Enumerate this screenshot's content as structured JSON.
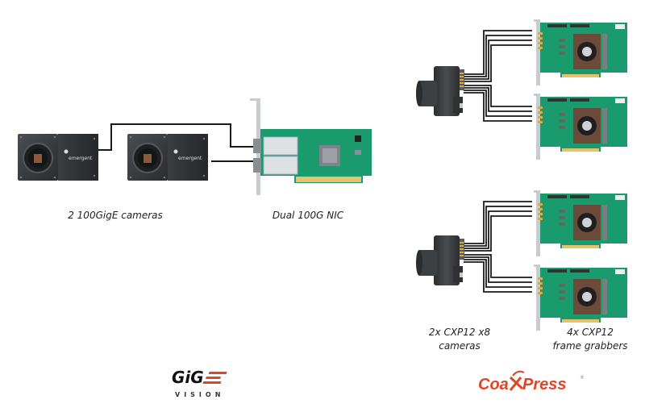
{
  "left_system": {
    "cameras_caption": "2 100GigE cameras",
    "nic_caption": "Dual 100G NIC",
    "camera_brand": "emergent",
    "camera_count": 2,
    "logo": {
      "main": "GiG",
      "accent_letter": "E",
      "sub": "VISION"
    }
  },
  "right_system": {
    "cameras_caption_line1": "2x CXP12 x8",
    "cameras_caption_line2": "cameras",
    "grabbers_caption_line1": "4x CXP12",
    "grabbers_caption_line2": "frame grabbers",
    "camera_count": 2,
    "grabber_count": 4,
    "logo": {
      "text_left": "Coa",
      "text_right": "Press",
      "mark": "®"
    }
  },
  "colors": {
    "pcb_green": "#1a9b6e",
    "pcb_dark_green": "#0f7a55",
    "gold_contacts": "#e8c26a",
    "camera_body": "#3a3d40",
    "cable": "#1a1a1a",
    "logo_red": "#e0452a",
    "heatsink_brown": "#6b4a3a"
  }
}
